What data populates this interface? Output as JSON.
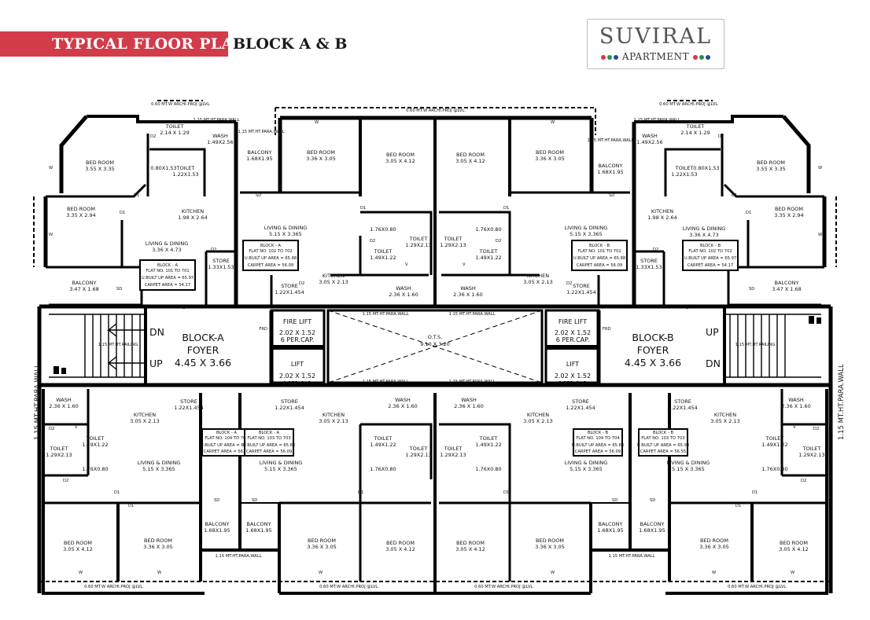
{
  "header": {
    "title": "TYPICAL FLOOR PLAN",
    "subtitle": "BLOCK A & B",
    "banner_color": "#d23b4a"
  },
  "logo": {
    "name": "SUVIRAL",
    "sub": "APARTMENT",
    "dot_colors": [
      "#d23b4a",
      "#2e8b57",
      "#1f4e9c",
      "#d23b4a",
      "#2e8b57",
      "#1f4e9c"
    ]
  },
  "blocks": {
    "a": {
      "name": "BLOCK-A",
      "foyer": "FOYER",
      "dim": "4.45 X 3.66",
      "up": "UP",
      "dn": "DN"
    },
    "b": {
      "name": "BLOCK-B",
      "foyer": "FOYER",
      "dim": "4.45 X 3.66",
      "up": "UP",
      "dn": "DN"
    }
  },
  "core": {
    "fire_lift": {
      "name": "FIRE LIFT",
      "dim": "2.02 X 1.52",
      "cap": "6 PER.CAP."
    },
    "lift": {
      "name": "LIFT",
      "dim": "2.02 X 1.52",
      "cap": "6 PER.CAP."
    },
    "ots": {
      "name": "O.T.S.",
      "dim": "9.10 X 3.20"
    }
  },
  "walls": {
    "para": "1.15 MT.HT.PARA.WALL",
    "railing": "1.15 MT.HT.RAILING",
    "archi": "0.60 MT.W ARCHI.PROJ @LVL."
  },
  "rooms": [
    {
      "name": "TOILET",
      "dim": "2.14 X 1.29"
    },
    {
      "name": "WASH",
      "dim": "1.49X2.56"
    },
    {
      "name": "BED ROOM",
      "dim": "3.55 X 3.35"
    },
    {
      "name": "TOILET",
      "dim": "1.22X1.53"
    },
    {
      "name": "BED ROOM",
      "dim": "3.35 X 2.94"
    },
    {
      "name": "KITCHEN",
      "dim": "1.98 X 2.64"
    },
    {
      "name": "LIVING & DINING",
      "dim": "3.36 X 4.73"
    },
    {
      "name": "STORE",
      "dim": "1.33X1.53"
    },
    {
      "name": "BALCONY",
      "dim": "3.47 X 1.68"
    },
    {
      "name": "BALCONY",
      "dim": "1.68X1.95"
    },
    {
      "name": "BED ROOM",
      "dim": "3.36 X 3.05"
    },
    {
      "name": "BED ROOM",
      "dim": "3.05 X 4.12"
    },
    {
      "name": "LIVING & DINING",
      "dim": "5.15 X 3.365"
    },
    {
      "name": "KITCHEN",
      "dim": "3.05 X 2.13"
    },
    {
      "name": "TOILET",
      "dim": "1.49X1.22"
    },
    {
      "name": "TOILET",
      "dim": "1.29X2.13"
    },
    {
      "name": "WASH",
      "dim": "2.36 X 1.60"
    },
    {
      "name": "STORE",
      "dim": "1.22X1.454"
    }
  ],
  "small_dims": {
    "a": "0.80X1.53",
    "b": "1.76X0.80"
  },
  "flats": {
    "a701": {
      "block": "BLOCK - A",
      "flat": "FLAT NO. 101 TO 701",
      "builtup": "U.BUILT UP AREA = 65.97",
      "carpet": "CARPET AREA = 54.17"
    },
    "a702": {
      "block": "BLOCK - A",
      "flat": "FLAT NO. 102 TO 702",
      "builtup": "U.BUILT UP AREA = 65.88",
      "carpet": "CARPET AREA = 56.09"
    },
    "a703": {
      "block": "BLOCK - A",
      "flat": "FLAT NO. 103 TO 703",
      "builtup": "U.BUILT UP AREA = 65.88",
      "carpet": "CARPET AREA = 56.09"
    },
    "a704": {
      "block": "BLOCK - A",
      "flat": "FLAT NO. 104 TO 704",
      "builtup": "U.BUILT UP AREA = 65.90",
      "carpet": "CARPET AREA = 56.55"
    },
    "b701": {
      "block": "BLOCK - B",
      "flat": "FLAT NO. 101 TO 701",
      "builtup": "U.BUILT UP AREA = 65.88",
      "carpet": "CARPET AREA = 56.09"
    },
    "b702": {
      "block": "BLOCK - B",
      "flat": "FLAT NO. 102 TO 702",
      "builtup": "U.BUILT UP AREA = 65.97",
      "carpet": "CARPET AREA = 54.17"
    },
    "b703": {
      "block": "BLOCK - B",
      "flat": "FLAT NO. 103 TO 703",
      "builtup": "U.BUILT UP AREA = 65.90",
      "carpet": "CARPET AREA = 56.55"
    },
    "b704": {
      "block": "BLOCK - B",
      "flat": "FLAT NO. 104 TO 704",
      "builtup": "U.BUILT UP AREA = 65.88",
      "carpet": "CARPET AREA = 56.09"
    }
  },
  "marks": {
    "d1": "D1",
    "d2": "D2",
    "d": "D",
    "w": "W",
    "v": "V",
    "sd": "SD",
    "frd": "FRD"
  }
}
